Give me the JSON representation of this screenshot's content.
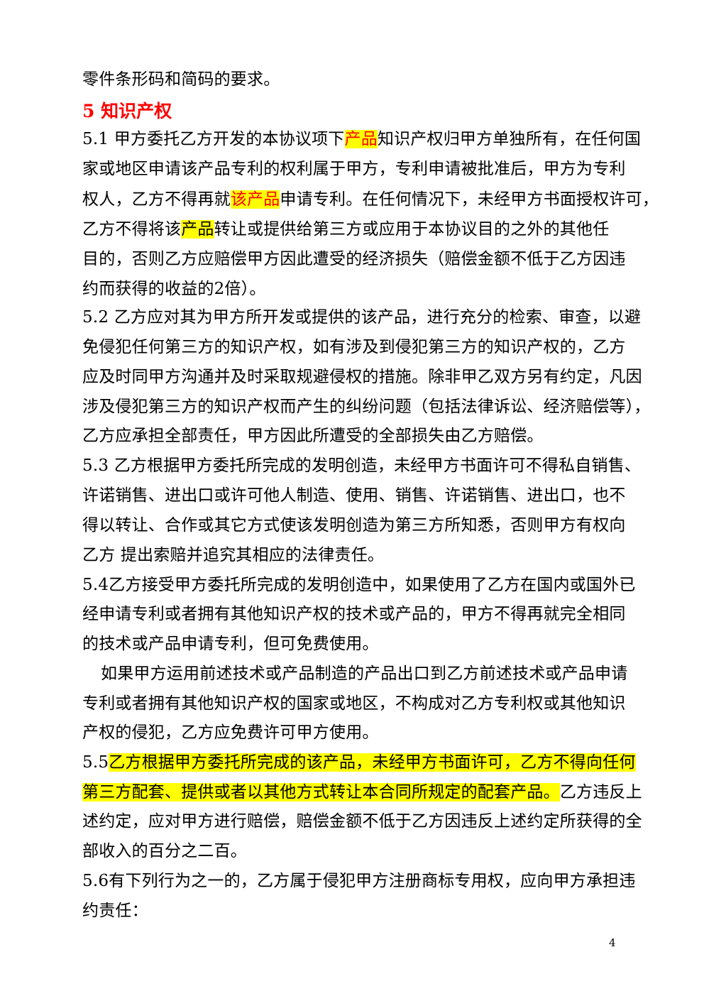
{
  "colors": {
    "highlight": "#ffff00",
    "heading_red": "#ff0000",
    "text": "#000000"
  },
  "line_continuation": "零件条形码和简码的要求。",
  "heading": "5 知识产权",
  "clause_5_1": {
    "l1_a": "5.1 甲方委托乙方开发的本协议项下",
    "l1_hl": "产品",
    "l1_b": "知识产权归甲方单独所有，在任何国",
    "l2": "家或地区申请该产品专利的权利属于甲方，专利申请被批准后，甲方为专利",
    "l3_a": "权人，乙方不得再就",
    "l3_hl": "该产品",
    "l3_b": "申请专利。在任何情况下，未经甲方书面授权许可，",
    "l4_a": "乙方不得将该",
    "l4_hl": "产品",
    "l4_b": "转让或提供给第三方或应用于本协议目的之外的其他任",
    "l5": "目的，否则乙方应赔偿甲方因此遭受的经济损失（赔偿金额不低于乙方因违",
    "l6": "约而获得的收益的2倍）。"
  },
  "clause_5_2": [
    "5.2 乙方应对其为甲方所开发或提供的该产品，进行充分的检索、审查，以避",
    "免侵犯任何第三方的知识产权，如有涉及到侵犯第三方的知识产权的，乙方",
    "应及时同甲方沟通并及时采取规避侵权的措施。除非甲乙双方另有约定，凡因",
    "涉及侵犯第三方的知识产权而产生的纠纷问题（包括法律诉讼、经济赔偿等），",
    "乙方应承担全部责任，甲方因此所遭受的全部损失由乙方赔偿。"
  ],
  "clause_5_3": [
    "5.3 乙方根据甲方委托所完成的发明创造，未经甲方书面许可不得私自销售、",
    "许诺销售、进出口或许可他人制造、使用、销售、许诺销售、进出口，也不",
    "得以转让、合作或其它方式使该发明创造为第三方所知悉，否则甲方有权向",
    "乙方 提出索赔并追究其相应的法律责任。"
  ],
  "clause_5_4": [
    "5.4乙方接受甲方委托所完成的发明创造中，如果使用了乙方在国内或国外已",
    "经申请专利或者拥有其他知识产权的技术或产品的，甲方不得再就完全相同",
    "的技术或产品申请专利，但可免费使用。"
  ],
  "clause_5_4_para2": [
    "如果甲方运用前述技术或产品制造的产品出口到乙方前述技术或产品申请",
    "专利或者拥有其他知识产权的国家或地区，不构成对乙方专利权或其他知识",
    "产权的侵犯，乙方应免费许可甲方使用。"
  ],
  "clause_5_5": {
    "l1_num": "5.5",
    "l1_hl": "乙方根据甲方委托所完成的该产品，未经甲方书面许可，乙方不得向任何",
    "l2_hl": "第三方配套、提供或者以其他方式转让本合同所规定的配套产品。",
    "l2_b": "乙方违反上",
    "l3": "述约定，应对甲方进行赔偿，赔偿金额不低于乙方因违反上述约定所获得的全",
    "l4": "部收入的百分之二百。"
  },
  "clause_5_6": [
    "5.6有下列行为之一的，乙方属于侵犯甲方注册商标专用权，应向甲方承担违",
    "约责任："
  ],
  "page_number": "4"
}
